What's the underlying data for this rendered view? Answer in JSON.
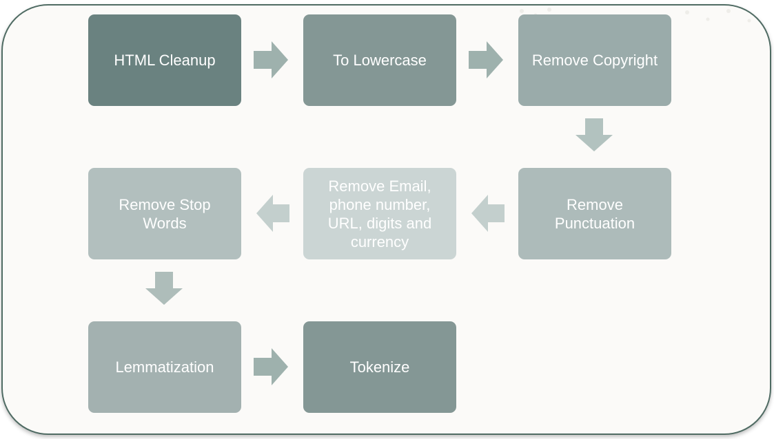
{
  "colors": {
    "panel_border": "#4f6b63",
    "panel_background": "#fbfaf8",
    "text": "#ffffff",
    "arrow": "#9eb1ad"
  },
  "steps": [
    {
      "label": "HTML Cleanup",
      "color": "#6a8280"
    },
    {
      "label": "To Lowercase",
      "color": "#849795"
    },
    {
      "label": "Remove Copyright",
      "color": "#9aabaa"
    },
    {
      "label": "Remove\nPunctuation",
      "color": "#adbbba"
    },
    {
      "label": "Remove Email,\nphone number,\nURL, digits and\ncurrency",
      "color": "#cbd5d4"
    },
    {
      "label": "Remove Stop\nWords",
      "color": "#b2bfbe"
    },
    {
      "label": "Lemmatization",
      "color": "#a3b1b0"
    },
    {
      "label": "Tokenize",
      "color": "#849795"
    }
  ],
  "arrows": [
    "right",
    "right",
    "down",
    "left",
    "left",
    "down",
    "right"
  ]
}
